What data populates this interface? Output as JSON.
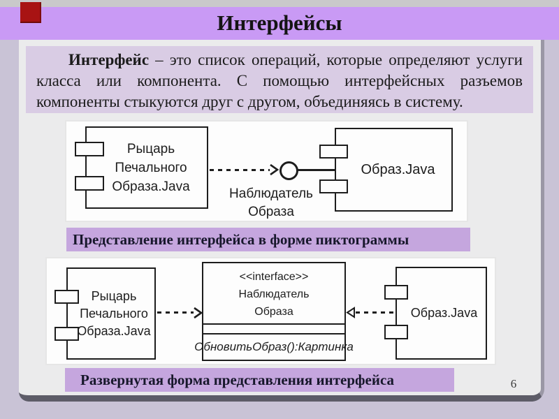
{
  "title_bar": {
    "title": "Интерфейсы"
  },
  "definition": {
    "term": "Интерфейс",
    "body": " – это список операций, которые определяют услуги класса или компонента. С помощью интерфейсных разъемов компоненты стыкуются друг с другом, объединяясь в систему."
  },
  "pictogram_diagram": {
    "left_component_lines": [
      "Рыцарь",
      "Печального",
      "Образа.Java"
    ],
    "interface_circle_label_lines": [
      "Наблюдатель",
      "Образа"
    ],
    "right_component_label": "Образ.Java"
  },
  "caption_pictogram": "Представление интерфейса в форме пиктограммы",
  "expanded_diagram": {
    "left_component_lines": [
      "Рыцарь",
      "Печального",
      "Образа.Java"
    ],
    "interface_class": {
      "stereotype": "<<interface>>",
      "name_lines": [
        "Наблюдатель",
        "Образа"
      ],
      "operation": "ОбновитьОбраз():Картинка"
    },
    "right_component_label": "Образ.Java"
  },
  "caption_expanded": "Развернутая форма представления интерфейса",
  "footer": {
    "page_number": "6"
  },
  "colors": {
    "title_band": "#c99af5",
    "caption_bar": "#c5a6de",
    "definition_bg": "#d9cce4",
    "slide_bg": "#ebebec",
    "margin_bg": "#c9c3d6",
    "top_strip": "#c9c9ca",
    "accent_red": "#a81313",
    "ink": "#1d1d1d"
  }
}
